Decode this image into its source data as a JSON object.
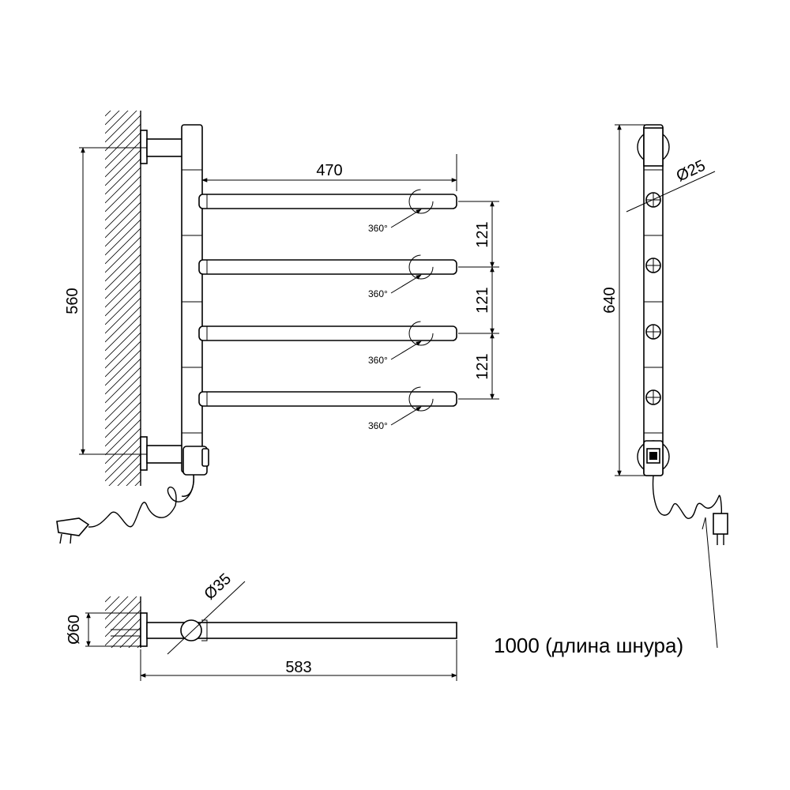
{
  "dimensions": {
    "bar_length": "470",
    "height_mounts": "560",
    "spacing": [
      "121",
      "121",
      "121"
    ],
    "rotation": "360°",
    "total_height": "640",
    "bar_diameter": "Ø25",
    "riser_diameter": "Ø35",
    "flange_diameter": "Ø60",
    "depth": "583",
    "cord_length": "1000 (длина шнура)"
  },
  "colors": {
    "line": "#000000",
    "background": "#ffffff"
  }
}
